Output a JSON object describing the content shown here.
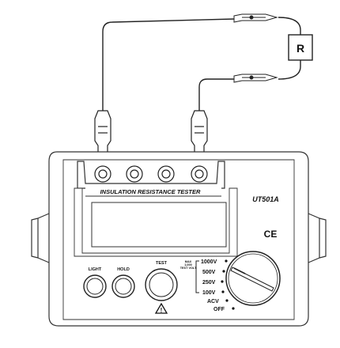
{
  "resistor": {
    "label": "R"
  },
  "panel": {
    "title": "INSULATION RESISTANCE TESTER",
    "model": "UT501A",
    "ce_mark": "CE"
  },
  "buttons": {
    "light": "LIGHT",
    "hold": "HOLD",
    "test": "TEST",
    "warning_symbol": "!"
  },
  "dial": {
    "max_note_lines": [
      "MAX",
      "1,000",
      "TEST VOLT"
    ],
    "ranges": [
      "1000V",
      "500V",
      "250V",
      "100V",
      "ACV",
      "OFF"
    ]
  }
}
